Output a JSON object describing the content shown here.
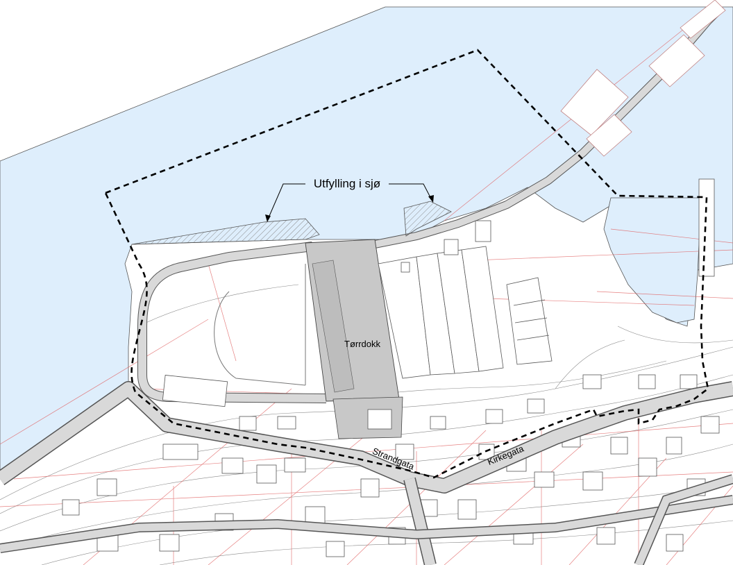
{
  "labels": {
    "fill_annotation": "Utfylling i sjø",
    "drydock": "Tørrdokk",
    "street_strandgata": "Strandgata",
    "street_kirkegata": "Kirkegata"
  },
  "colors": {
    "sea": "#deeefc",
    "road": "#d9d9d9",
    "drydock": "#c8c8c8",
    "building_line": "#555555",
    "property_line": "#e06060",
    "boundary": "#000000",
    "background": "#ffffff"
  },
  "legend_icons": {
    "fill_area": "hatched-fill-area",
    "boundary": "dashed-plan-boundary"
  }
}
